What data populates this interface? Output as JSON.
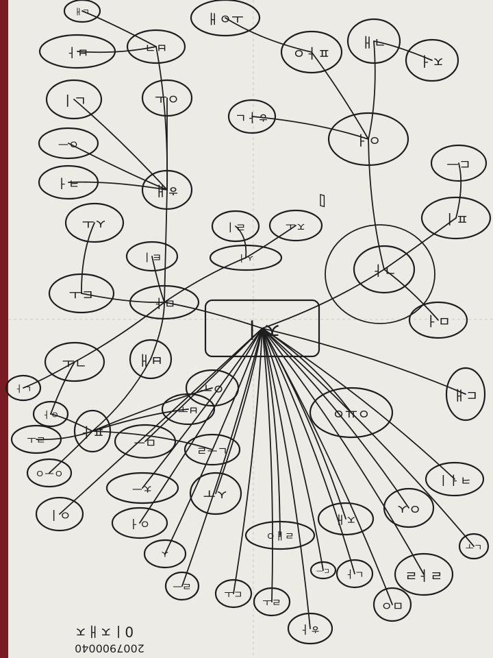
{
  "sheet": {
    "paper_color": "#ecebe6",
    "ink_color": "#1e1e1e",
    "desk_color": "#7a1a22",
    "orientation": "upside-down"
  },
  "map": {
    "center": "ㅈㅣ",
    "nodes": [
      "ㄴㅐ",
      "ㅂㄱ",
      "ㅂㅏ",
      "ㅗㅇㅐ",
      "ㅍㅏㅇ",
      "ㄱㅐ",
      "ㅈㅓ",
      "ㅇㅗ",
      "ㅎㅏㄴ",
      "ㅇㅓ",
      "ㄴㅣ",
      "ㅇㅡ",
      "ㅋㅓ",
      "ㅎㅐ",
      "ㄷㅡ",
      "ㅍㅣ",
      "ㄱㅏ",
      "ㅁㅓ",
      "ㅅㅗ",
      "ㅌㅣ",
      "ㄹㅣ",
      "ㅈㅗ",
      "ㅅㅣ",
      "ㄷㅗ",
      "ㅁㅏ",
      "ㄱㅗ",
      "ㅂㅐ",
      "ㄴㅏ",
      "ㅇㅏ",
      "ㄹㅗ",
      "ㅍㅏ"
    ],
    "author_note": "2007900040",
    "author_name": "0ㅣㅈㅐㅈ"
  }
}
